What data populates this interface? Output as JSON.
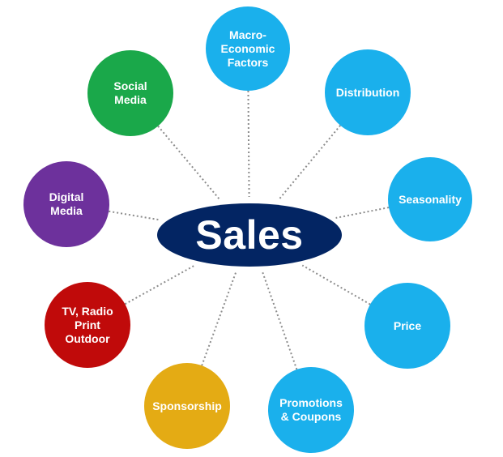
{
  "colors": {
    "center": "#032563",
    "light_blue": "#1ab0ec",
    "green": "#1aa84a",
    "purple": "#6d319c",
    "red": "#c00a0a",
    "gold": "#e4ab14",
    "connector": "#8c8c8c"
  },
  "center": {
    "label": "Sales"
  },
  "nodes": [
    {
      "label": "Macro-\nEconomic\nFactors",
      "color": "#1ab0ec"
    },
    {
      "label": "Distribution",
      "color": "#1ab0ec"
    },
    {
      "label": "Seasonality",
      "color": "#1ab0ec"
    },
    {
      "label": "Price",
      "color": "#1ab0ec"
    },
    {
      "label": "Promotions\n& Coupons",
      "color": "#1ab0ec"
    },
    {
      "label": "Sponsorship",
      "color": "#e4ab14"
    },
    {
      "label": "TV, Radio\nPrint\nOutdoor",
      "color": "#c00a0a"
    },
    {
      "label": "Digital\nMedia",
      "color": "#6d319c"
    },
    {
      "label": "Social\nMedia",
      "color": "#1aa84a"
    }
  ]
}
